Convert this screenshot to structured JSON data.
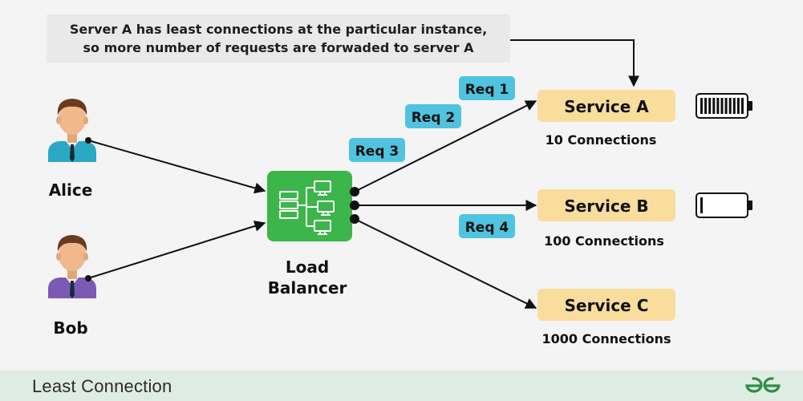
{
  "note": {
    "line1": "Server A has least connections at the particular instance,",
    "line2": "so more number of requests are forwaded to server A"
  },
  "users": [
    {
      "name": "Alice",
      "shirt_color": "#2aa8c4",
      "icon": "person-icon"
    },
    {
      "name": "Bob",
      "shirt_color": "#7b5ab6",
      "icon": "person-icon"
    }
  ],
  "load_balancer": {
    "line1": "Load",
    "line2": "Balancer",
    "color": "#3cb54a",
    "icon": "server-network-icon"
  },
  "requests": [
    {
      "label": "Req 1"
    },
    {
      "label": "Req 2"
    },
    {
      "label": "Req 3"
    },
    {
      "label": "Req 4"
    }
  ],
  "services": [
    {
      "name": "Service A",
      "connections": "10 Connections",
      "battery_level": 1.0
    },
    {
      "name": "Service B",
      "connections": "100 Connections",
      "battery_level": 0.05
    },
    {
      "name": "Service C",
      "connections": "1000 Connections"
    }
  ],
  "footer": {
    "title": "Least Connection",
    "logo_icon": "gfg-logo-icon"
  },
  "colors": {
    "note_bg": "#e9e9e9",
    "request_badge": "#4fc3df",
    "service_box": "#f9dd9c",
    "footer_bg": "#dfece3",
    "logo": "#2f8d46",
    "arrow": "#111111"
  }
}
